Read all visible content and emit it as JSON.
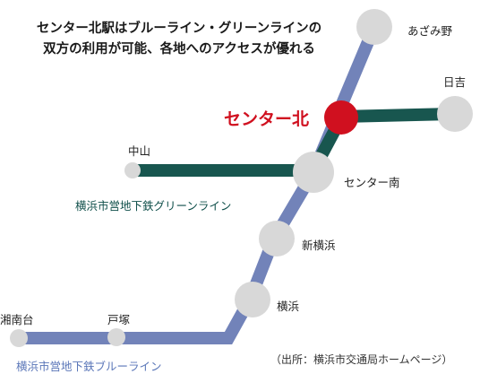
{
  "headline": {
    "line1": "センター北駅はブルーライン・グリーンラインの",
    "line2": "双方の利用が可能、各地へのアクセスが優れる"
  },
  "stations": {
    "azamino": "あざみ野",
    "hiyoshi": "日吉",
    "center_kita": "センター北",
    "nakayama": "中山",
    "center_minami": "センター南",
    "shin_yokohama": "新横浜",
    "yokohama": "横浜",
    "shonandai": "湘南台",
    "totsuka": "戸塚"
  },
  "lines": {
    "green": "横浜市営地下鉄グリーンライン",
    "blue": "横浜市営地下鉄ブルーライン"
  },
  "source": "（出所：横浜市交通局ホームページ）",
  "colors": {
    "blue_line": "#7283b9",
    "green_line": "#18564f",
    "highlight_station": "#d0101f",
    "station": "#d8d8d8",
    "green_label": "#0f4f4a",
    "blue_label": "#5a76b8"
  }
}
